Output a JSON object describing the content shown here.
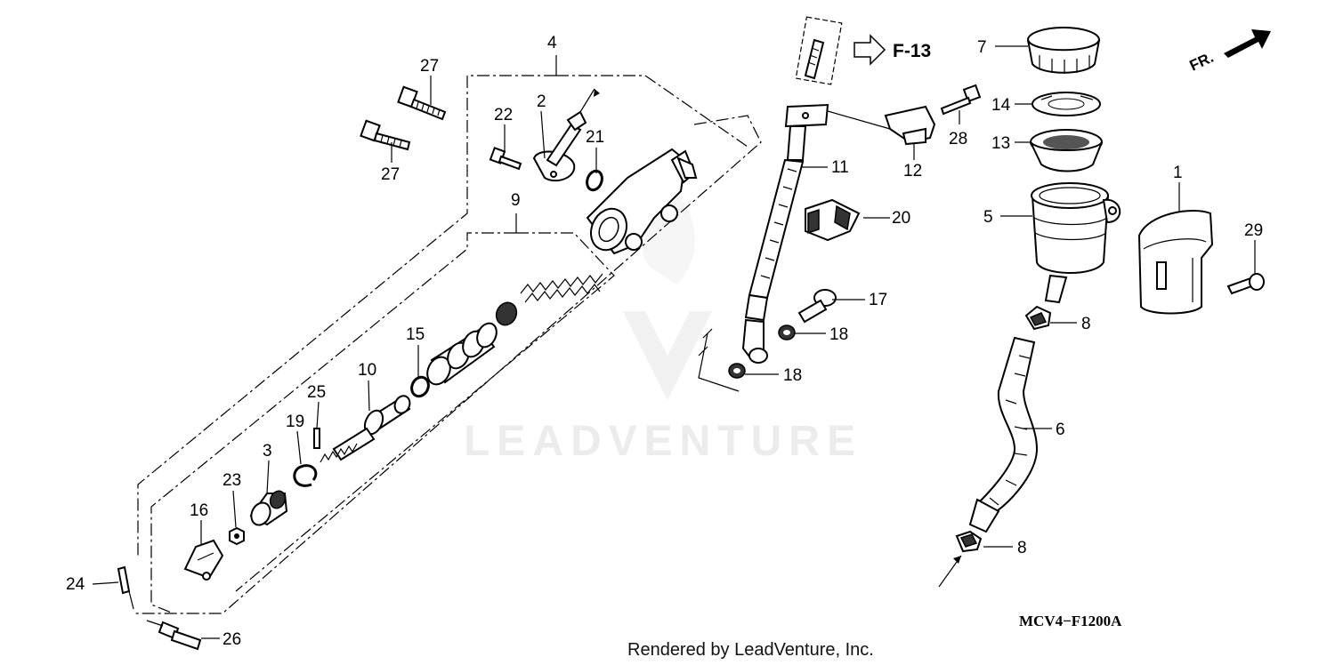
{
  "diagram": {
    "watermark": "LEADVENTURE",
    "reference_label": "F-13",
    "front_label": "FR.",
    "diagram_code": "MCV4−F1200A",
    "credit": "Rendered by LeadVenture, Inc.",
    "callouts": {
      "c1": "1",
      "c2": "2",
      "c3": "3",
      "c4": "4",
      "c5": "5",
      "c6": "6",
      "c7": "7",
      "c8a": "8",
      "c8b": "8",
      "c9": "9",
      "c10": "10",
      "c11": "11",
      "c12": "12",
      "c13": "13",
      "c14": "14",
      "c15": "15",
      "c16": "16",
      "c17": "17",
      "c18a": "18",
      "c18b": "18",
      "c19": "19",
      "c20": "20",
      "c21": "21",
      "c22": "22",
      "c23": "23",
      "c24": "24",
      "c25": "25",
      "c26": "26",
      "c27a": "27",
      "c27b": "27",
      "c28": "28",
      "c29": "29"
    }
  }
}
